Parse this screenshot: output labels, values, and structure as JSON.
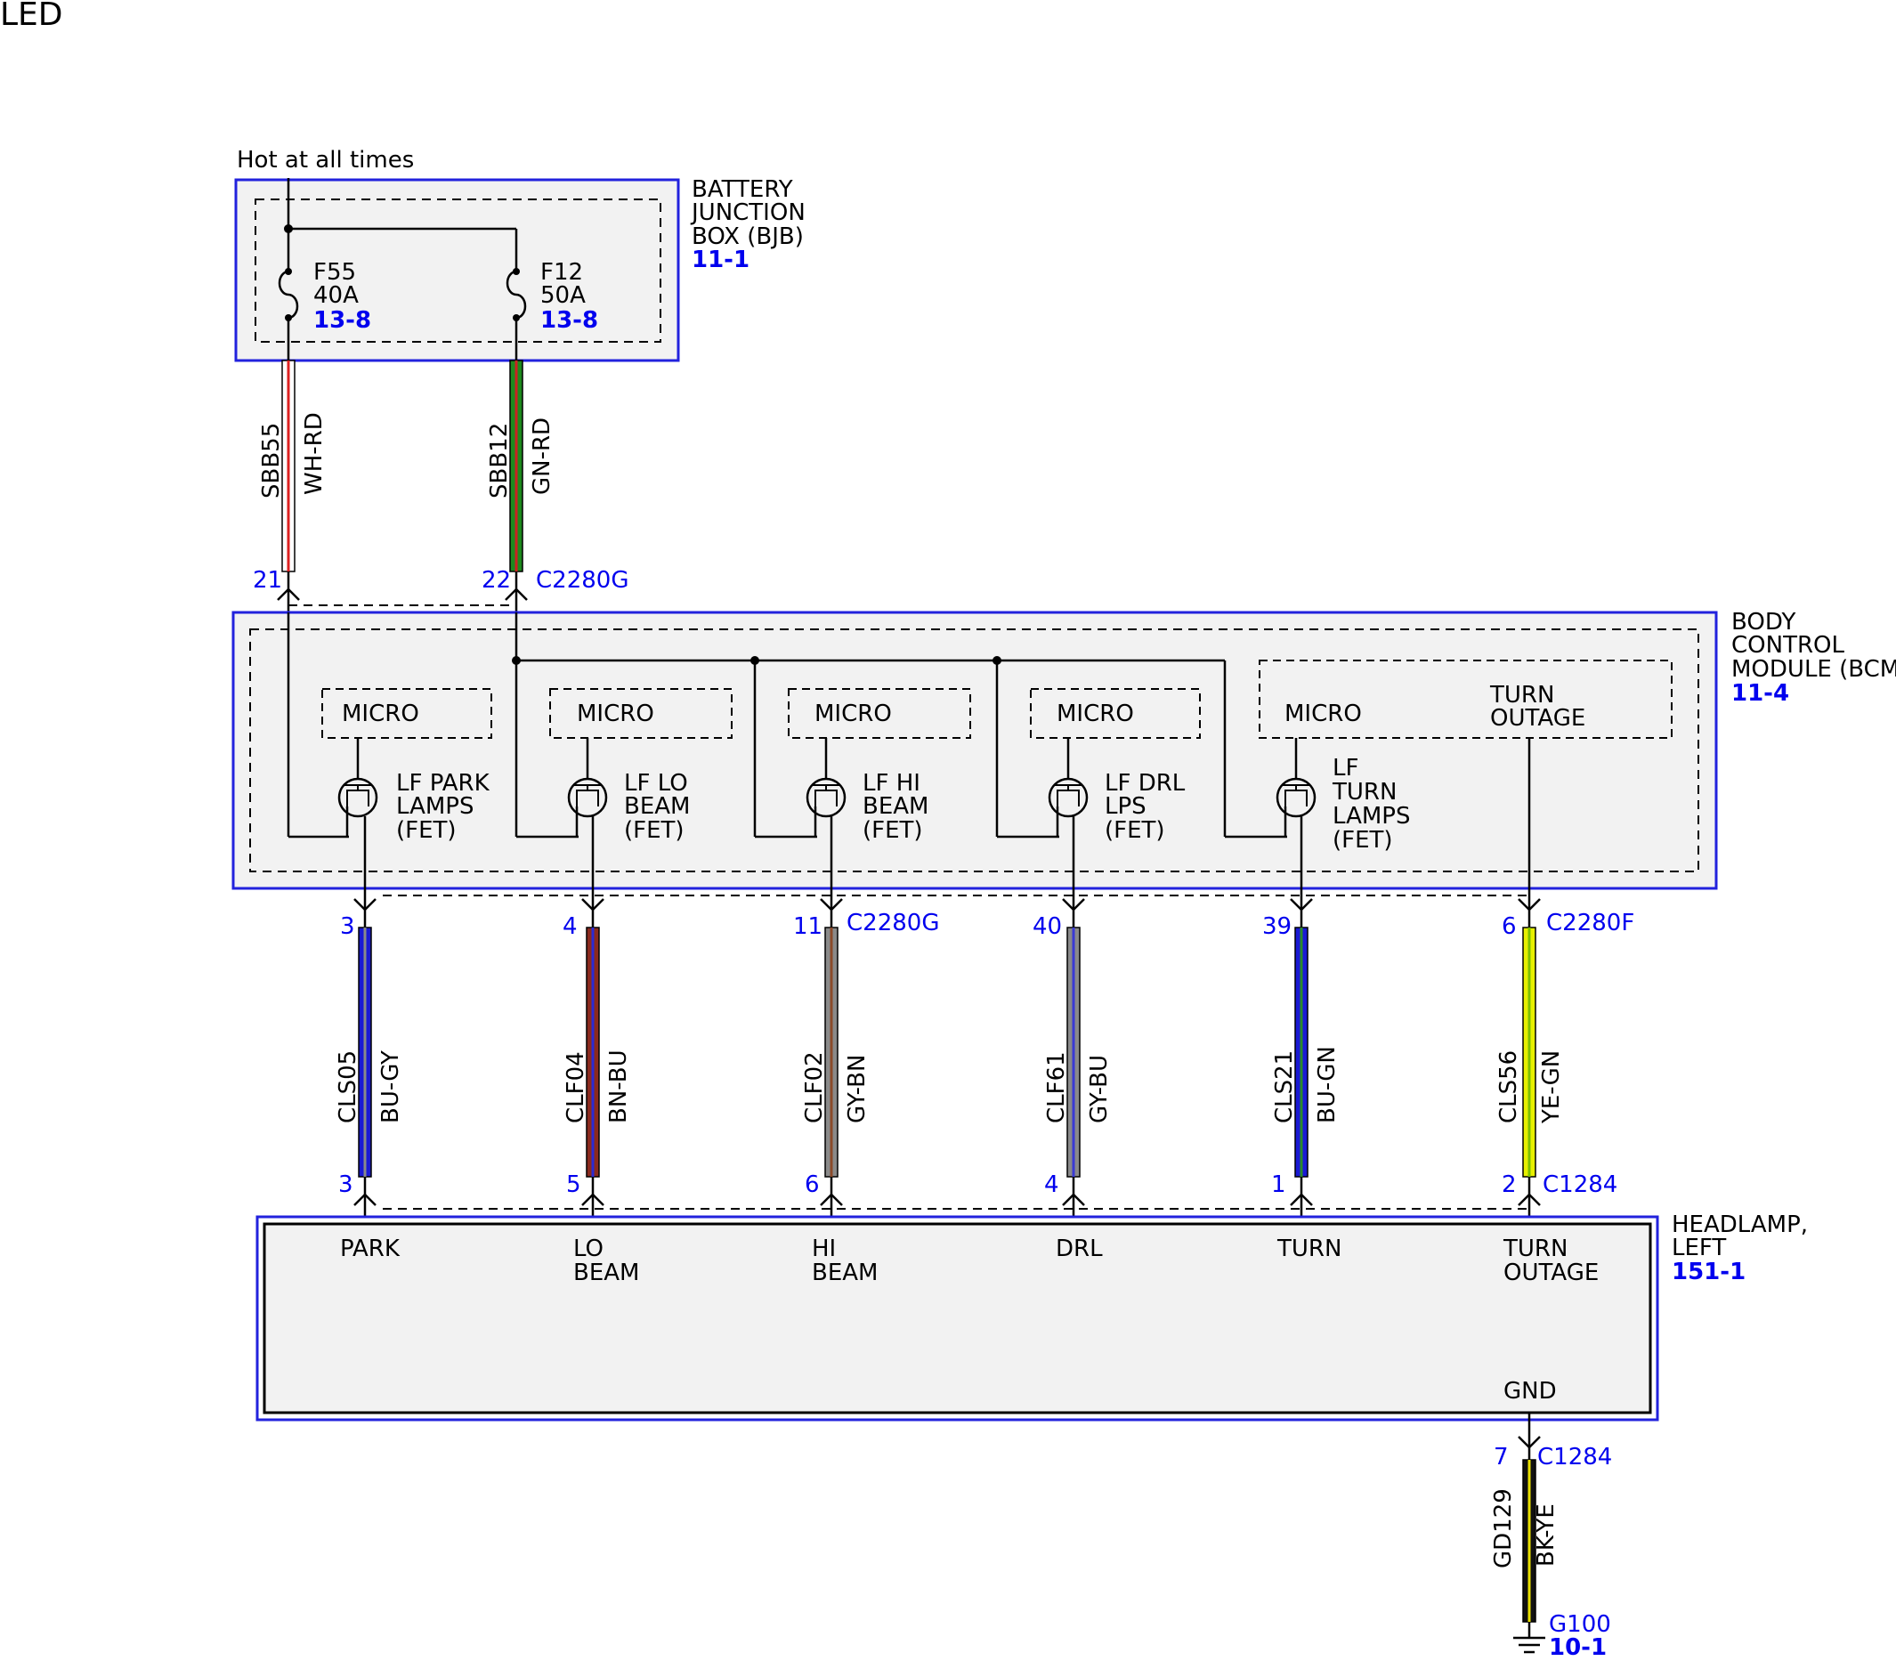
{
  "title": "LED",
  "power_label": "Hot at all times",
  "colors": {
    "module_border": "#2222dd",
    "module_fill": "#f2f2f2",
    "ref_text": "#0000ee",
    "wires": {
      "WH-RD": [
        "#ffffff",
        "#dd2222"
      ],
      "GN-RD": [
        "#1e8a1e",
        "#cc2222"
      ],
      "BU-GY": [
        "#1a1ad4",
        "#8a8a8a"
      ],
      "BN-BU": [
        "#8b2a1e",
        "#2a2ad4"
      ],
      "GY-BN": [
        "#8a8a8a",
        "#8b4a2a"
      ],
      "GY-BU": [
        "#8a8a8a",
        "#3a3ad4"
      ],
      "BU-GN": [
        "#1a1ad4",
        "#2a8a2a"
      ],
      "YE-GN": [
        "#e8f000",
        "#7ac000"
      ],
      "BK-YE": [
        "#111111",
        "#e8e000"
      ]
    }
  },
  "bjb": {
    "name_lines": [
      "BATTERY",
      "JUNCTION",
      "BOX (BJB)"
    ],
    "ref": "11-1",
    "fuses": [
      {
        "id": "F55",
        "rating": "40A",
        "ref": "13-8"
      },
      {
        "id": "F12",
        "rating": "50A",
        "ref": "13-8"
      }
    ]
  },
  "bjb_wires": [
    {
      "circuit": "SBB55",
      "color": "WH-RD",
      "pin": "21"
    },
    {
      "circuit": "SBB12",
      "color": "GN-RD",
      "pin": "22"
    }
  ],
  "bjb_connector": "C2280G",
  "bcm": {
    "name_lines": [
      "BODY",
      "CONTROL",
      "MODULE (BCM)"
    ],
    "ref": "11-4",
    "micro_label": "MICRO",
    "turn_outage_lines": [
      "TURN",
      "OUTAGE"
    ],
    "fets": [
      {
        "lines": [
          "LF PARK",
          "LAMPS",
          "(FET)"
        ]
      },
      {
        "lines": [
          "LF LO",
          "BEAM",
          "(FET)"
        ]
      },
      {
        "lines": [
          "LF HI",
          "BEAM",
          "(FET)"
        ]
      },
      {
        "lines": [
          "LF DRL",
          "LPS",
          "(FET)"
        ]
      },
      {
        "lines": [
          "LF",
          "TURN",
          "LAMPS",
          "(FET)"
        ]
      }
    ]
  },
  "output_wires": [
    {
      "bcm_pin": "3",
      "circuit": "CLS05",
      "color": "BU-GY",
      "lamp_pin": "3",
      "lamp_label": [
        "PARK"
      ]
    },
    {
      "bcm_pin": "4",
      "circuit": "CLF04",
      "color": "BN-BU",
      "lamp_pin": "5",
      "lamp_label": [
        "LO",
        "BEAM"
      ]
    },
    {
      "bcm_pin": "11",
      "circuit": "CLF02",
      "color": "GY-BN",
      "lamp_pin": "6",
      "lamp_label": [
        "HI",
        "BEAM"
      ]
    },
    {
      "bcm_pin": "40",
      "circuit": "CLF61",
      "color": "GY-BU",
      "lamp_pin": "4",
      "lamp_label": [
        "DRL"
      ]
    },
    {
      "bcm_pin": "39",
      "circuit": "CLS21",
      "color": "BU-GN",
      "lamp_pin": "1",
      "lamp_label": [
        "TURN"
      ]
    },
    {
      "bcm_pin": "6",
      "circuit": "CLS56",
      "color": "YE-GN",
      "lamp_pin": "2",
      "lamp_label": [
        "TURN",
        "OUTAGE"
      ]
    }
  ],
  "bcm_out_connector_a": "C2280G",
  "bcm_out_connector_b": "C2280F",
  "lamp_connector": "C1284",
  "headlamp": {
    "name_lines": [
      "HEADLAMP,",
      "LEFT"
    ],
    "ref": "151-1",
    "gnd_label": "GND"
  },
  "ground_wire": {
    "pin": "7",
    "connector": "C1284",
    "circuit": "GD129",
    "color": "BK-YE"
  },
  "ground_point": {
    "id": "G100",
    "ref": "10-1"
  }
}
